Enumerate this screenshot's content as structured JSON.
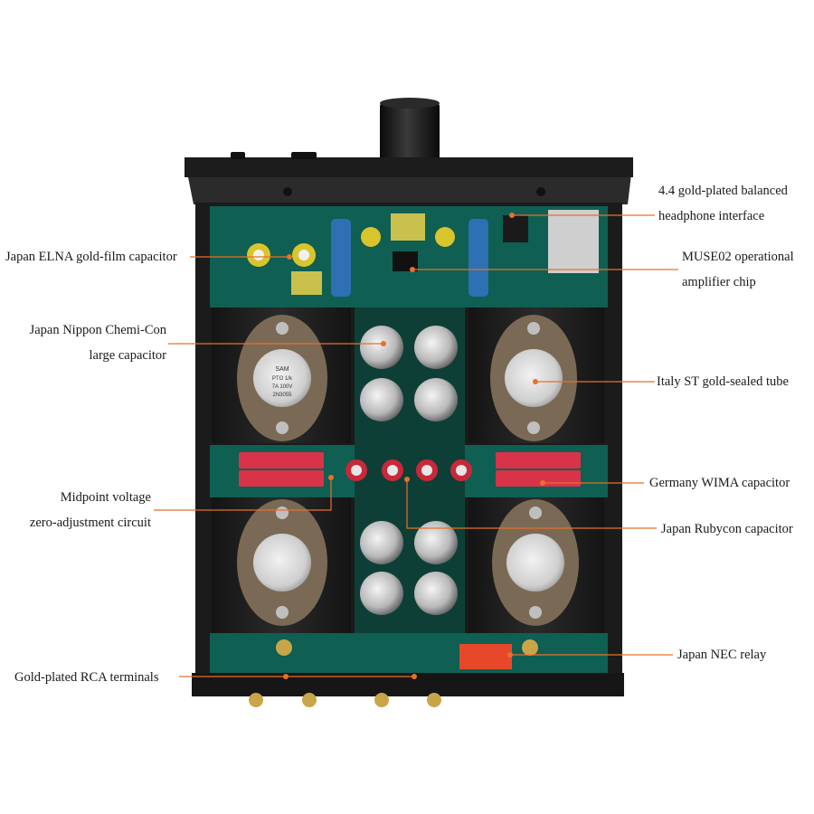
{
  "colors": {
    "leader": "#e8702a",
    "chassis": "#1b1b1b",
    "pcb": "#0f5f52",
    "wima": "#d9334a",
    "relay": "#e8482a"
  },
  "labels": {
    "elna": "Japan ELNA gold-film capacitor",
    "chemicon_1": "Japan Nippon Chemi-Con",
    "chemicon_2": "large capacitor",
    "midpoint_1": "Midpoint voltage",
    "midpoint_2": "zero-adjustment circuit",
    "rca": "Gold-plated RCA terminals",
    "headphone_1": "4.4 gold-plated balanced",
    "headphone_2": "headphone interface",
    "muse_1": "MUSE02 operational",
    "muse_2": "amplifier chip",
    "st_tube": "Italy ST gold-sealed tube",
    "wima": "Germany WIMA capacitor",
    "rubycon": "Japan Rubycon capacitor",
    "nec": "Japan NEC relay"
  },
  "transistor_marking": {
    "brand": "SAM",
    "line1": "PTO 1/k",
    "line2": "7A 100V",
    "part": "2N3055"
  }
}
